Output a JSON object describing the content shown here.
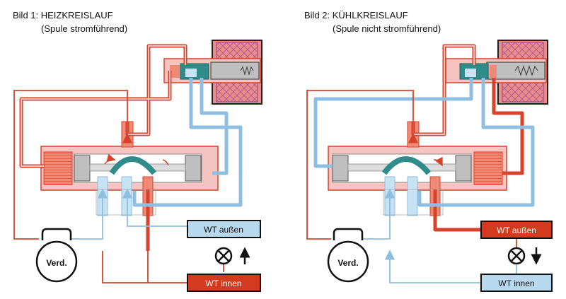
{
  "panels": [
    {
      "title": "Bild 1: HEIZKREISLAUF",
      "subtitle": "(Spule stromführend)",
      "compressor_label": "Verd.",
      "box_top_label": "WT außen",
      "box_bottom_label": "WT innen",
      "box_top_color": "#b8d8ee",
      "box_bottom_color": "#d33a1e",
      "arrow_direction": "up",
      "spring_state": "compressed"
    },
    {
      "title": "Bild 2: KÜHLKREISLAUF",
      "subtitle": "(Spule nicht stromführend)",
      "compressor_label": "Verd.",
      "box_top_label": "WT außen",
      "box_bottom_label": "WT innen",
      "box_top_color": "#d33a1e",
      "box_bottom_color": "#b8d8ee",
      "arrow_direction": "down",
      "spring_state": "extended"
    }
  ],
  "colors": {
    "hot": "#d7432a",
    "hot_fill": "#f08a76",
    "cold": "#8fbfe0",
    "cold_fill": "#c7e2f3",
    "pink": "#f6c5c2",
    "coil": "#ee8a86",
    "teal": "#2f8c8a"
  }
}
